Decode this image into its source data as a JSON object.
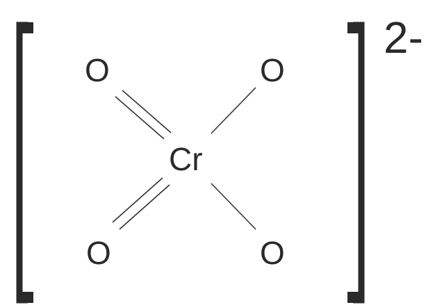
{
  "molecule": {
    "center_atom": "Cr",
    "ligands": [
      {
        "position": "top-left",
        "label": "O",
        "bond": "double"
      },
      {
        "position": "top-right",
        "label": "O",
        "bond": "single"
      },
      {
        "position": "bottom-left",
        "label": "O",
        "bond": "double"
      },
      {
        "position": "bottom-right",
        "label": "O",
        "bond": "single"
      }
    ],
    "charge": "2-"
  },
  "colors": {
    "ink": "#2a2a2a",
    "background": "#ffffff"
  }
}
